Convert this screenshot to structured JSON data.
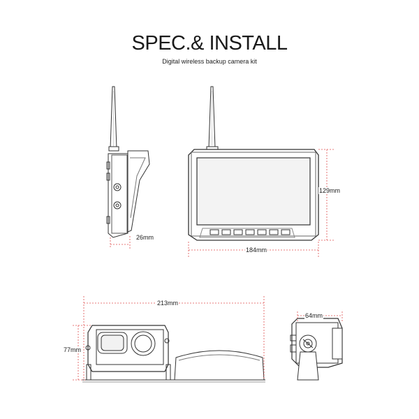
{
  "header": {
    "title": "SPEC.& INSTALL",
    "subtitle": "Digital wireless backup camera kit"
  },
  "dimensions": {
    "monitor_depth": "26mm",
    "monitor_width": "184mm",
    "monitor_height": "129mm",
    "camera_width": "213mm",
    "camera_height": "77mm",
    "camera_depth": "64mm"
  },
  "colors": {
    "dimension_line": "#e05050",
    "outline": "#333333",
    "screen_fill": "#f3f3f3"
  }
}
